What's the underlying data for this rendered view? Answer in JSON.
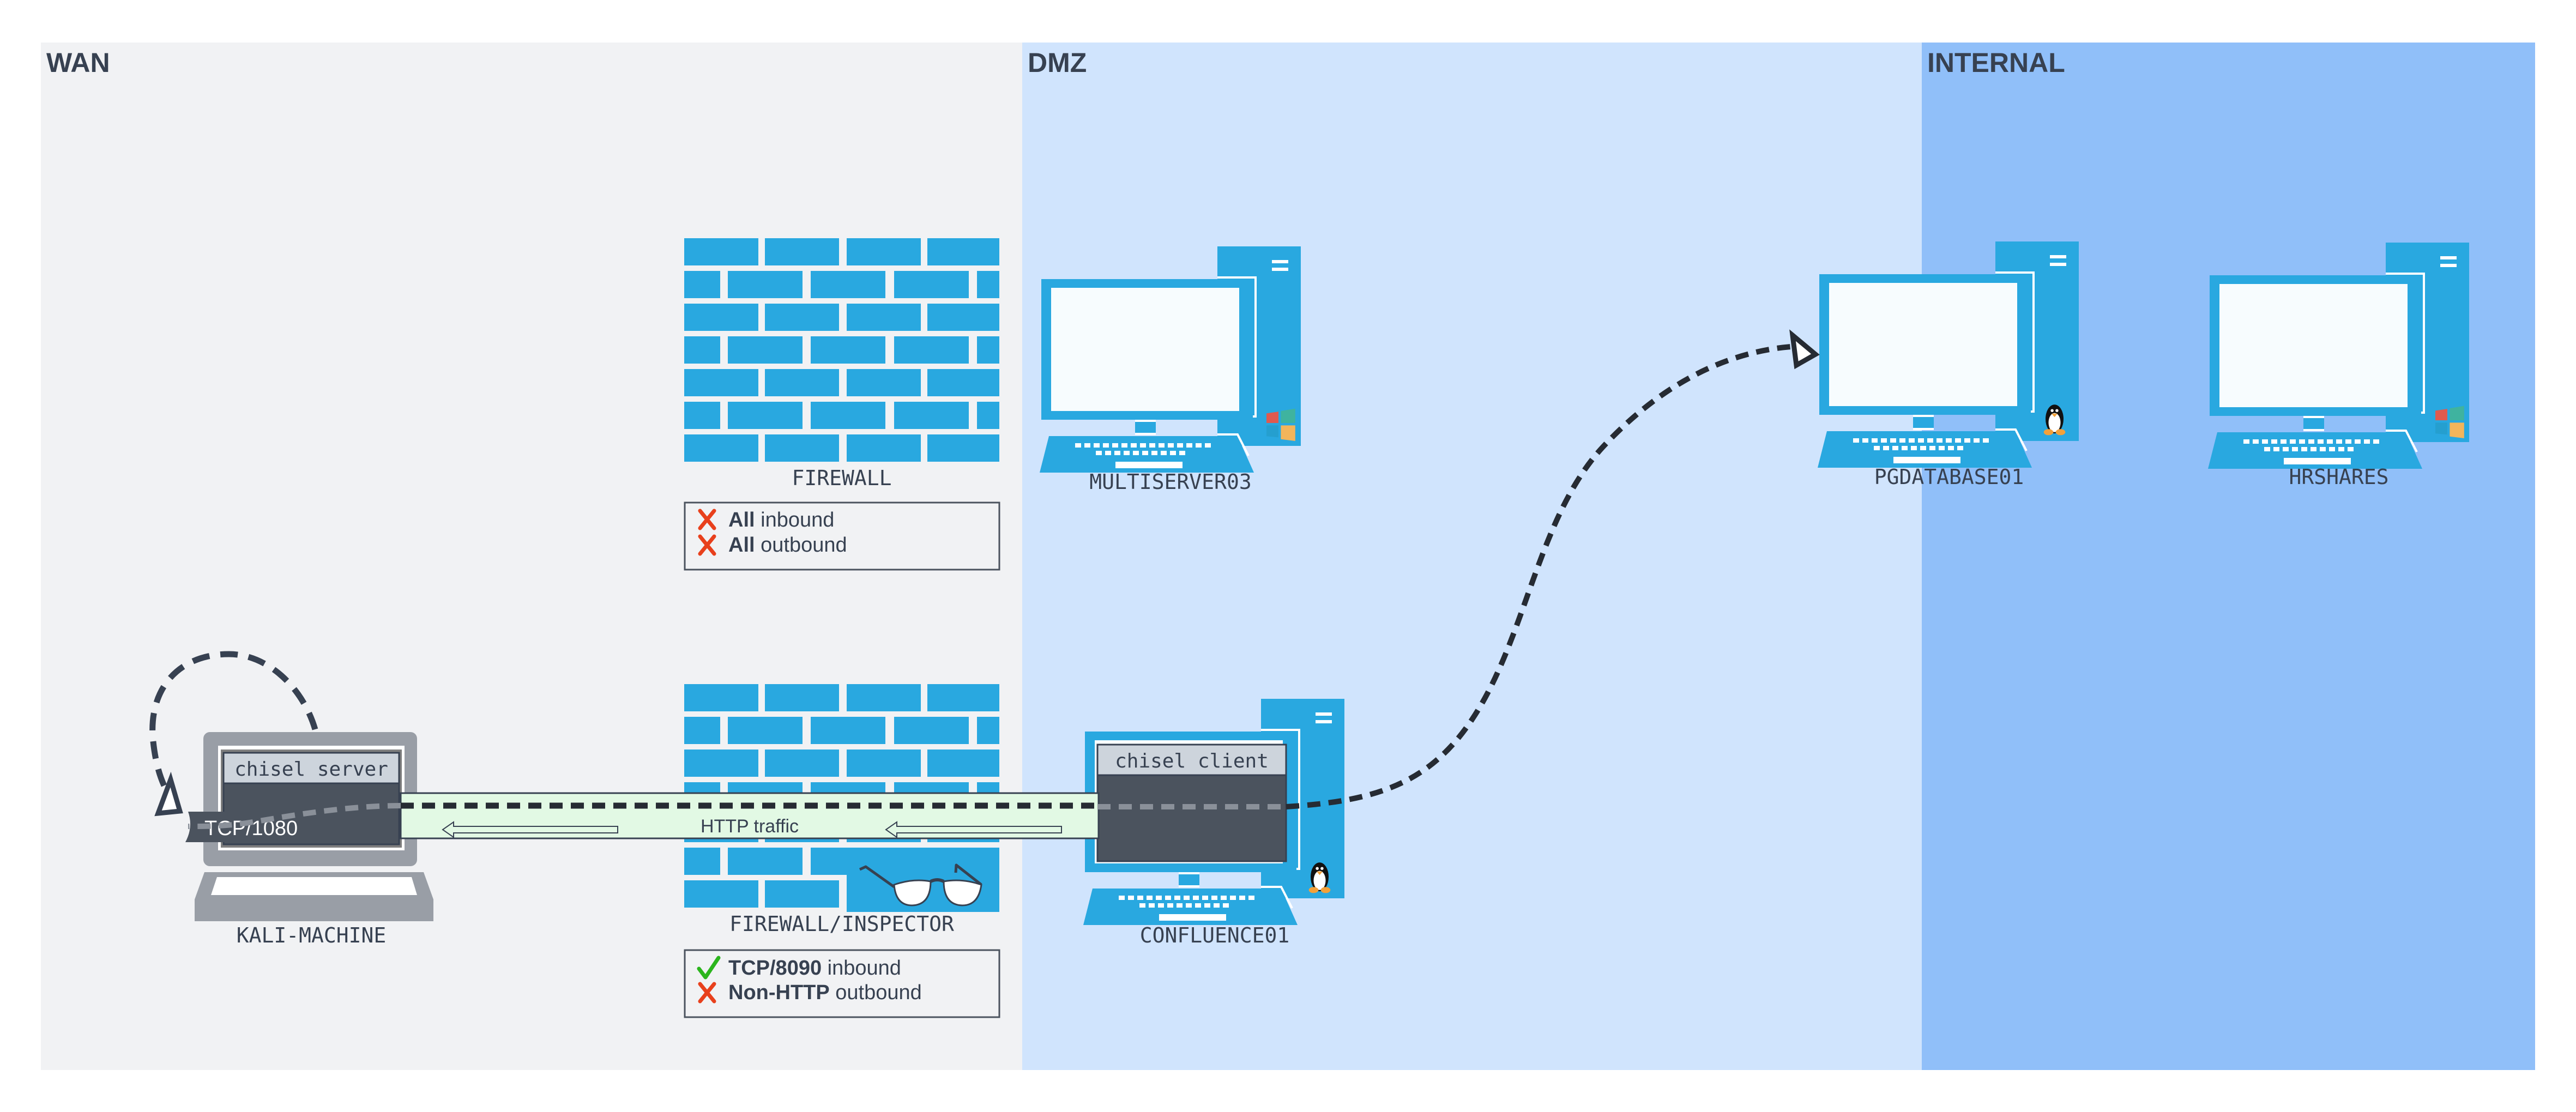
{
  "zones": {
    "wan": {
      "title": "WAN",
      "color": "#f1f2f4"
    },
    "dmz": {
      "title": "DMZ",
      "color": "#d0e4fd"
    },
    "internal": {
      "title": "INTERNAL",
      "color": "#90bff9"
    }
  },
  "colors": {
    "device_blue": "#29a8e0",
    "text_dark": "#374151",
    "screen_dark": "#4b535e",
    "tunnel_fill": "#e2f9e4",
    "deny_red": "#e8401c",
    "allow_green": "#2bb51d",
    "kali_gray": "#999ea6"
  },
  "firewalls": [
    {
      "label": "FIREWALL",
      "has_inspector": false,
      "rules": [
        {
          "icon": "cross-icon",
          "bold": "All",
          "text": " inbound"
        },
        {
          "icon": "cross-icon",
          "bold": "All",
          "text": " outbound"
        }
      ]
    },
    {
      "label": "FIREWALL/INSPECTOR",
      "has_inspector": true,
      "rules": [
        {
          "icon": "check-icon",
          "bold": "TCP/8090",
          "text": " inbound"
        },
        {
          "icon": "cross-icon",
          "bold": "Non-HTTP",
          "text": " outbound"
        }
      ]
    }
  ],
  "hosts": {
    "kali": {
      "label": "KALI-MACHINE",
      "window_title": "chisel server",
      "port_tag": "TCP/1080"
    },
    "multiserver": {
      "label": "MULTISERVER03",
      "os": "windows"
    },
    "confluence": {
      "label": "CONFLUENCE01",
      "os": "linux",
      "window_title": "chisel client"
    },
    "pgdatabase": {
      "label": "PGDATABASE01",
      "os": "linux"
    },
    "hrshares": {
      "label": "HRSHARES",
      "os": "windows"
    }
  },
  "tunnel": {
    "label": "HTTP traffic"
  }
}
